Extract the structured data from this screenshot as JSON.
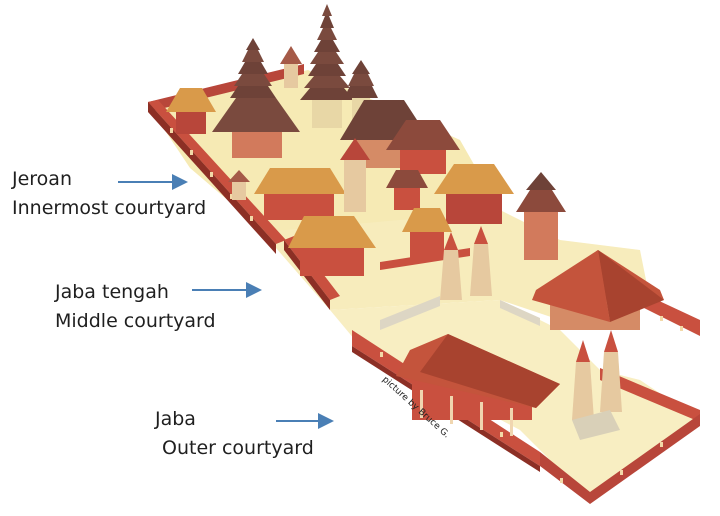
{
  "zones": [
    {
      "name": "Jeroan",
      "description": "Innermost courtyard"
    },
    {
      "name": "Jaba tengah",
      "description": "Middle courtyard"
    },
    {
      "name": "Jaba",
      "description": "Outer courtyard"
    }
  ],
  "credit": "picture by Bruce G.",
  "colors": {
    "arrow": "#4a7fb5",
    "wall": "#c9503f",
    "wall_dark": "#8c2f25",
    "ground": "#f6eab4",
    "thatch": "#d99a4a",
    "roof_dark": "#6e4238",
    "tile_roof": "#c4543c"
  }
}
